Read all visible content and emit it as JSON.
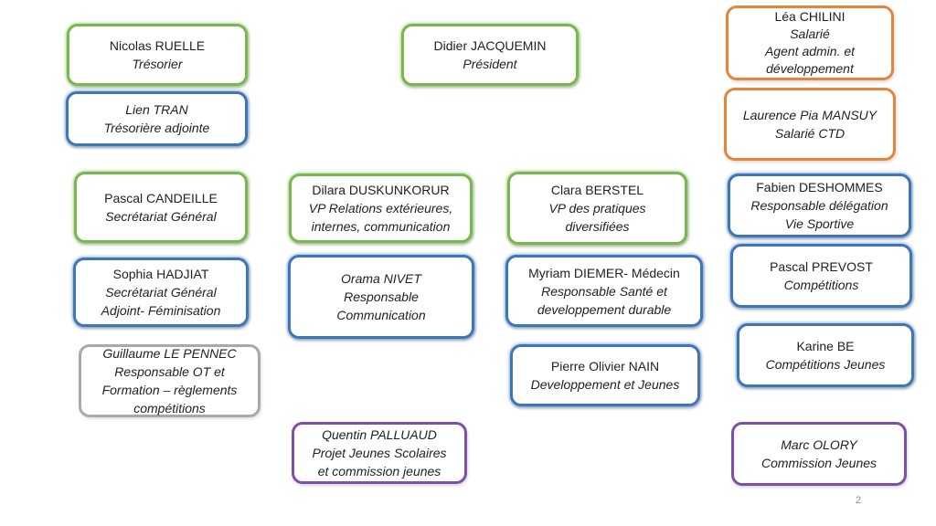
{
  "colors": {
    "green": "#78b84e",
    "blue": "#3e76bb",
    "orange": "#e8833a",
    "purple": "#7e4ea8",
    "gray": "#a9a9a9"
  },
  "boxes": {
    "ruelle": {
      "lines": [
        "Nicolas RUELLE",
        "Trésorier"
      ]
    },
    "tran": {
      "lines": [
        "Lien TRAN",
        "Trésorière adjointe"
      ]
    },
    "candeille": {
      "lines": [
        "Pascal CANDEILLE",
        "Secrétariat Général"
      ]
    },
    "hadjiat": {
      "lines": [
        "Sophia HADJIAT",
        "Secrétariat Général",
        "Adjoint- Féminisation"
      ]
    },
    "lepennec": {
      "lines": [
        "Guillaume LE PENNEC",
        "Responsable OT et",
        "Formation – règlements",
        "compétitions"
      ]
    },
    "jacquemin": {
      "lines": [
        "Didier JACQUEMIN",
        "Président"
      ]
    },
    "duskunkorur": {
      "lines": [
        "Dilara DUSKUNKORUR",
        "VP Relations extérieures,",
        "internes, communication"
      ]
    },
    "nivet": {
      "lines": [
        "Orama NIVET",
        "Responsable",
        "Communication"
      ]
    },
    "palluaud": {
      "lines": [
        "Quentin PALLUAUD",
        "Projet Jeunes Scolaires",
        "et commission jeunes"
      ]
    },
    "berstel": {
      "lines": [
        "Clara BERSTEL",
        "VP des pratiques",
        "diversifiées"
      ]
    },
    "diemer": {
      "lines": [
        "Myriam DIEMER- Médecin",
        "Responsable Santé et",
        "developpement durable"
      ]
    },
    "nain": {
      "lines": [
        "Pierre Olivier NAIN",
        "Developpement et Jeunes"
      ]
    },
    "chilini": {
      "lines": [
        "Léa CHILINI",
        "Salarié",
        "Agent admin. et",
        "développement"
      ]
    },
    "mansuy": {
      "lines": [
        "Laurence Pia MANSUY",
        "Salarié CTD"
      ]
    },
    "deshommes": {
      "lines": [
        "Fabien DESHOMMES",
        "Responsable délégation",
        "Vie Sportive"
      ]
    },
    "prevost": {
      "lines": [
        "Pascal PREVOST",
        "Compétitions"
      ]
    },
    "be": {
      "lines": [
        "Karine BE",
        "Compétitions Jeunes"
      ]
    },
    "olory": {
      "lines": [
        "Marc OLORY",
        "Commission Jeunes"
      ]
    }
  },
  "page_number": "2"
}
